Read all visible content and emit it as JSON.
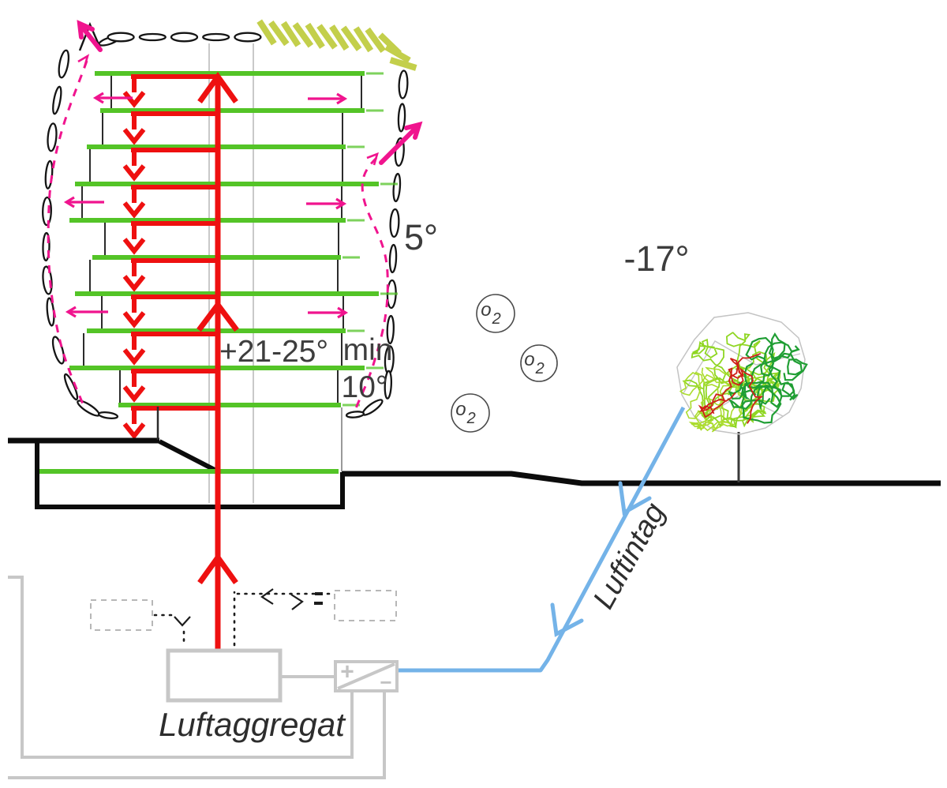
{
  "title": "Building ventilation section diagram",
  "palette": {
    "slab_green": "#54c427",
    "duct_red": "#ee1010",
    "exhaust_magenta": "#f0148e",
    "intake_blue": "#74b3e8",
    "equipment_gray": "#c7c7c7",
    "hatch_yellow_green": "#c3cf4b",
    "text_dark": "#3d3d3d",
    "line_black": "#151515",
    "tree_light_green": "#8fd622",
    "tree_dark_green": "#1f9e33",
    "tree_red": "#cf2018"
  },
  "temperatures": {
    "outdoor": "-17°",
    "envelope_gap": "5°",
    "indoor": "+21-25°",
    "min_label": "min",
    "min_value": "10°"
  },
  "oxygen": {
    "symbol": "o",
    "subscript": "2",
    "count": 3
  },
  "building": {
    "floor_count": 10
  },
  "equipment": {
    "air_unit_label": "Luftaggregat",
    "intake_label": "Luftintag",
    "heat_exchanger_plus": "+",
    "heat_exchanger_minus": "−"
  }
}
